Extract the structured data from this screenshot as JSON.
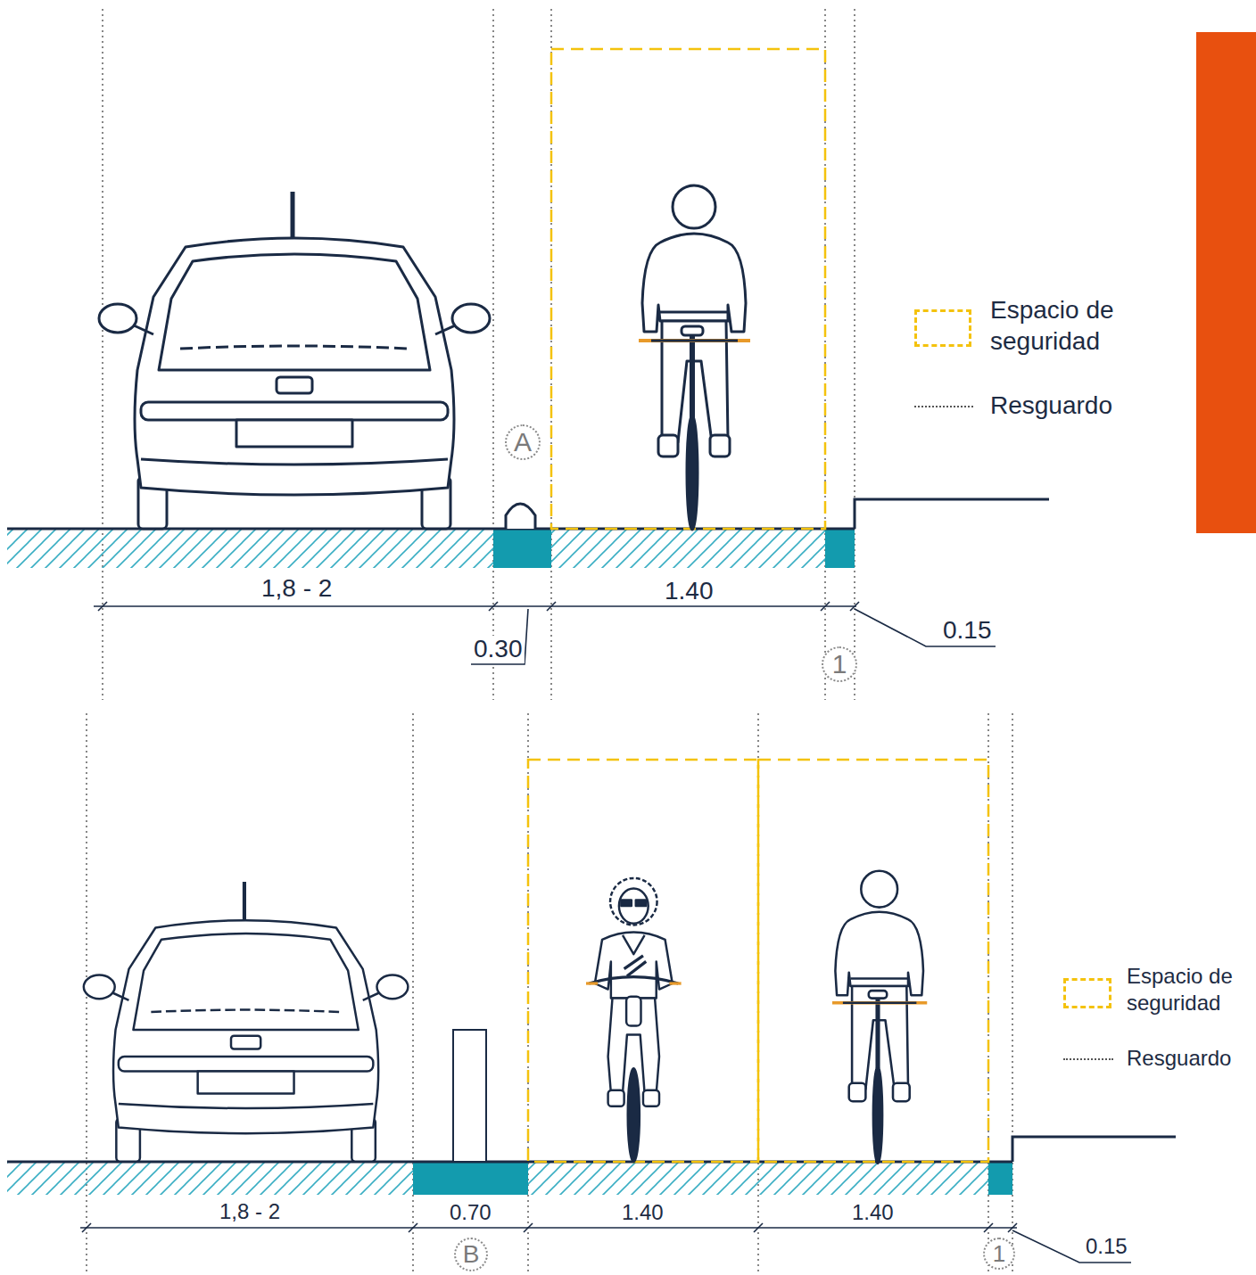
{
  "diagram": {
    "nodes": [
      {
        "text": [
          "A"
        ]
      },
      {
        "text": [
          "1"
        ]
      },
      {
        "text": [
          "B"
        ]
      },
      {
        "text": [
          "1"
        ]
      }
    ],
    "labels": [
      "1,8 - 2",
      "1.40",
      "0.30",
      "0.15",
      "1,8 - 2",
      "0.70",
      "1.40",
      "1.40",
      "0.15"
    ],
    "legend": [
      {
        "text": "Espacio de seguridad"
      },
      {
        "text": "Resguardo"
      },
      {
        "text": "Espacio de seguridad"
      },
      {
        "text": "Resguardo"
      }
    ]
  }
}
